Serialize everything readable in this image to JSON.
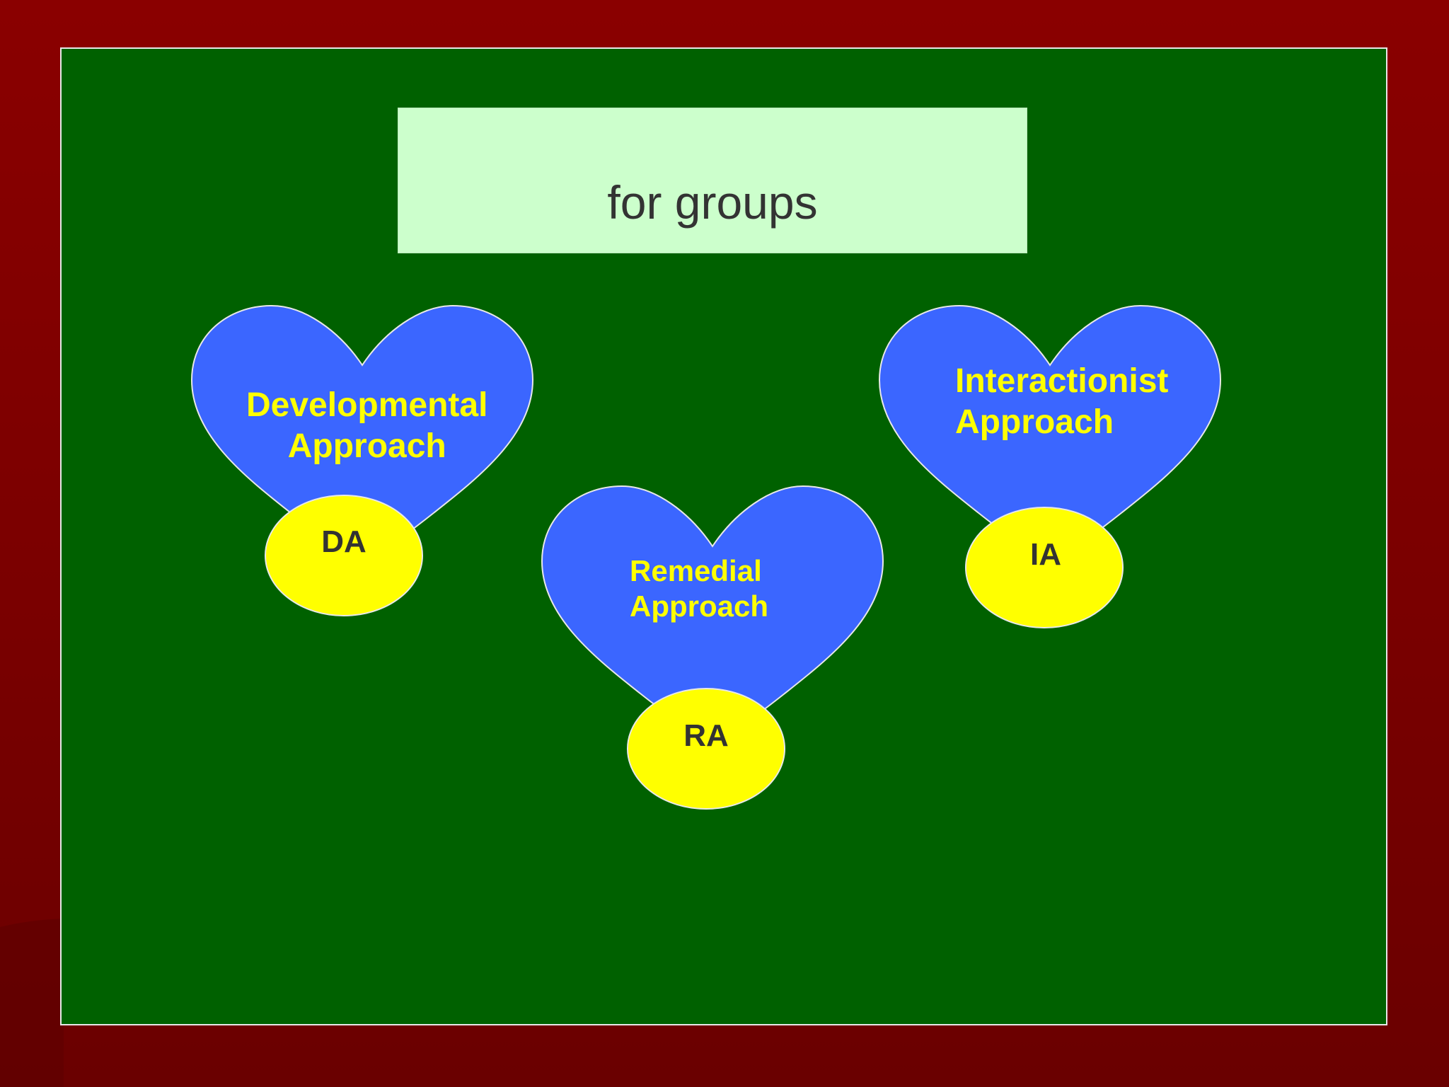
{
  "title": "for groups",
  "colors": {
    "background": "#7a0000",
    "panel": "#006100",
    "title_box": "#ccffcc",
    "heart": "#3b66ff",
    "oval": "#ffff00",
    "heart_text": "#ffff00",
    "oval_text": "#333333"
  },
  "approaches": [
    {
      "label_line1": "Developmental",
      "label_line2": "Approach",
      "abbrev": "DA"
    },
    {
      "label_line1": "Remedial",
      "label_line2": "Approach",
      "abbrev": "RA"
    },
    {
      "label_line1": "Interactionist",
      "label_line2": "Approach",
      "abbrev": "IA"
    }
  ]
}
